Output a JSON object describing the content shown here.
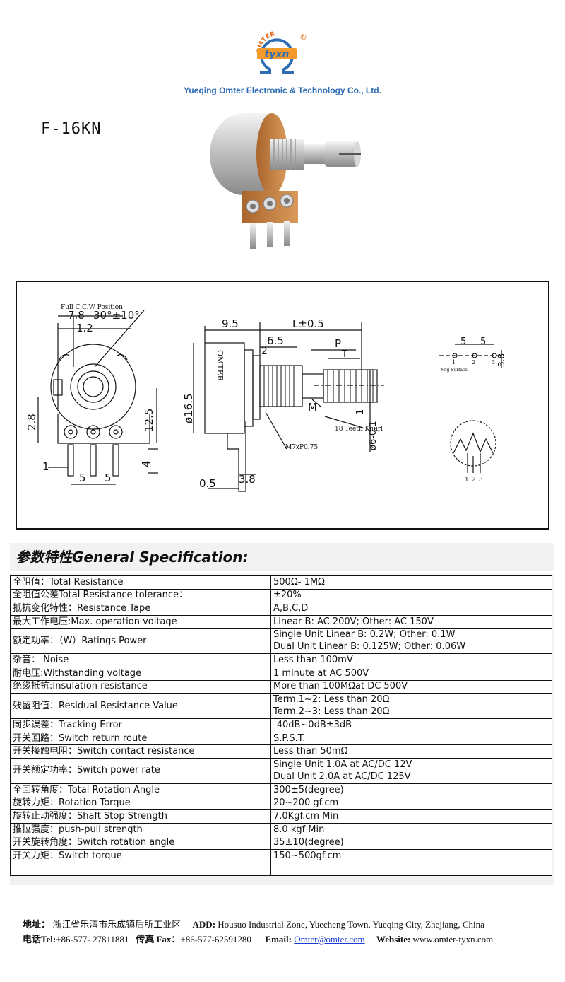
{
  "header": {
    "brand_arc": "OMTER",
    "brand_name": "tyxn",
    "registered": "®",
    "company": "Yueqing Omter Electronic & Technology Co., Ltd.",
    "model": "F-16KN",
    "brand_color": "#2f6db5"
  },
  "drawing": {
    "front": {
      "position_note": "Full C.C.W Position",
      "d_7_8": "7.8",
      "angle": "30°±10°",
      "d_1_2": "1.2",
      "d_2_8": "2.8",
      "d_12_5": "12.5",
      "d_1": "1",
      "d_5a": "5",
      "d_5b": "5",
      "d_4": "4"
    },
    "side": {
      "d_9_5": "9.5",
      "d_L": "L±0.5",
      "d_6_5": "6.5",
      "d_2": "2",
      "p": "P",
      "t": "T",
      "m": "M",
      "dia16": "ø16.5",
      "brand": "OMTER",
      "teeth": "18 Teeth Knurl",
      "d_1": "1",
      "dia6": "ø6-0.1",
      "thread": "M7xP0.75",
      "d_0_5": "0.5",
      "d_3_8": "3.8"
    },
    "pins": {
      "d_5a": "5",
      "d_5b": "5",
      "d_3_8": "3.8",
      "labels": [
        "1",
        "2",
        "3"
      ],
      "surface": "Mtg Surface"
    },
    "schematic": {
      "labels": [
        "1",
        "2",
        "3"
      ]
    }
  },
  "spec": {
    "title": "参数特性General Specification:",
    "rows": [
      {
        "k": "全阻值：Total Resistance",
        "v": [
          "500Ω- 1MΩ"
        ]
      },
      {
        "k": "全阻值公差Total Resistance tolerance：",
        "v": [
          "±20%"
        ]
      },
      {
        "k": "抵抗变化特性：Resistance Tape",
        "v": [
          "A,B,C,D"
        ]
      },
      {
        "k": "最大工作电压:Max. operation voltage",
        "v": [
          "Linear B: AC 200V; Other: AC 150V"
        ]
      },
      {
        "k": "额定功率：（W）Ratings Power",
        "v": [
          "Single Unit Linear B: 0.2W; Other: 0.1W",
          "Dual Unit Linear B: 0.125W; Other: 0.06W"
        ]
      },
      {
        "k": "杂音：  Noise",
        "v": [
          "Less than 100mV"
        ]
      },
      {
        "k": "耐电压:Withstanding voltage",
        "v": [
          "1 minute at AC 500V"
        ]
      },
      {
        "k": "绝缘抵抗:Insulation resistance",
        "v": [
          "More than 100MΩat DC 500V"
        ]
      },
      {
        "k": "残留阻值：Residual Resistance Value",
        "v": [
          "Term.1~2: Less than 20Ω",
          "Term.2~3: Less than 20Ω"
        ]
      },
      {
        "k": "同步误差：Tracking Error",
        "v": [
          "-40dB~0dB±3dB"
        ]
      },
      {
        "k": "开关回路：Switch return route",
        "v": [
          "S.P.S.T."
        ]
      },
      {
        "k": "开关接触电阻：Switch contact resistance",
        "v": [
          "Less than 50mΩ"
        ]
      },
      {
        "k": "开关额定功率：Switch power rate",
        "v": [
          "Single Unit 1.0A at AC/DC 12V",
          "Dual Unit 2.0A at AC/DC 125V"
        ]
      },
      {
        "k": "全回转角度：Total Rotation Angle",
        "v": [
          "300±5(degree)"
        ]
      },
      {
        "k": "旋转力矩：Rotation Torque",
        "v": [
          "20~200 gf.cm"
        ]
      },
      {
        "k": "旋转止动强度：Shaft Stop Strength",
        "v": [
          "7.0Kgf.cm Min"
        ]
      },
      {
        "k": "推拉强度：push-pull strength",
        "v": [
          "8.0 kgf Min"
        ]
      },
      {
        "k": "开关旋转角度：Switch rotation angle",
        "v": [
          "35±10(degree)"
        ]
      },
      {
        "k": "开关力矩：Switch torque",
        "v": [
          "150~500gf.cm"
        ]
      },
      {
        "k": "",
        "v": [
          ""
        ]
      }
    ]
  },
  "footer": {
    "addr_cn_label": "地址：",
    "addr_cn": "浙江省乐清市乐成镇后所工业区",
    "addr_en_label": "ADD:",
    "addr_en": "Housuo Industrial Zone, Yuecheng Town, Yueqing City, Zhejiang, China",
    "tel_label": "电话Tel:",
    "tel": "+86-577- 27811881",
    "fax_label": "传真 Fax：",
    "fax": "+86-577-62591280",
    "email_label": "Email:",
    "email": "Omter@omter.com",
    "web_label": "Website:",
    "web": "www.omter-tyxn.com"
  }
}
